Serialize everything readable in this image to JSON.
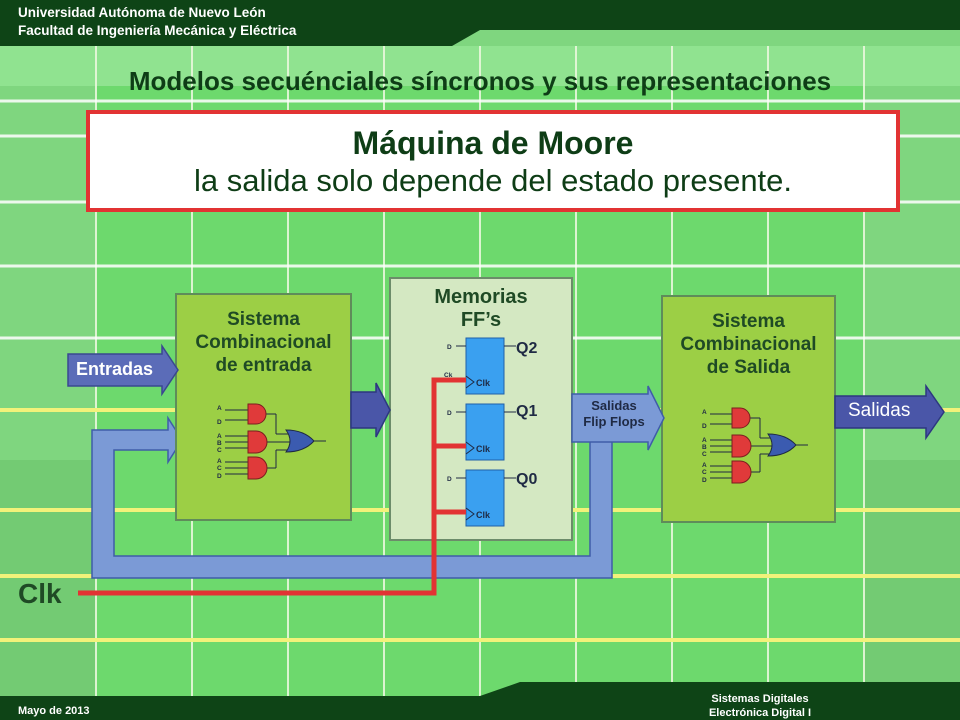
{
  "header": {
    "university": "Universidad Autónoma de Nuevo León",
    "faculty": "Facultad de Ingeniería Mecánica y Eléctrica"
  },
  "slide_title": "Modelos secuénciales síncronos y sus representaciones",
  "highlight": {
    "title": "Máquina de Moore",
    "subtitle": "la salida solo depende del estado presente."
  },
  "diagram": {
    "input_block": {
      "title_line1": "Sistema",
      "title_line2": "Combinacional",
      "title_line3": "de entrada"
    },
    "memory_block": {
      "title_line1": "Memorias",
      "title_line2": "FF’s"
    },
    "output_block": {
      "title_line1": "Sistema",
      "title_line2": "Combinacional",
      "title_line3": "de Salida"
    },
    "flipflops": [
      {
        "output_label": "Q2",
        "input_label": "D",
        "clock_label": "Clk"
      },
      {
        "output_label": "Q1",
        "input_label": "D",
        "clock_label": "Clk"
      },
      {
        "output_label": "Q0",
        "input_label": "D",
        "clock_label": "Clk"
      }
    ],
    "clock_input_label": "Ck",
    "arrows": {
      "inputs": "Entradas",
      "ff_outputs_line1": "Salidas",
      "ff_outputs_line2": "Flip Flops",
      "outputs": "Salidas"
    },
    "clk_signal": "Clk",
    "gate_input_letters": [
      "A",
      "D",
      "A",
      "B",
      "C",
      "A",
      "C",
      "D"
    ]
  },
  "footer": {
    "date": "Mayo de 2013",
    "course_line1": "Sistemas Digitales",
    "course_line2": "Electrónica Digital I"
  },
  "colors": {
    "header_bg": "#0e4416",
    "grid_bg": "#7fd67f",
    "grid_line": "#f2f27a",
    "block_fill": "#9ccf45",
    "memory_fill": "#d4e8c2",
    "ff_fill": "#3aa0f0",
    "bus_fill": "#7b9ad6",
    "clk_line": "#e23333",
    "arrow_dark": "#4a56a8",
    "gate_red": "#e03a3a",
    "gate_blue": "#3b5bb0"
  }
}
